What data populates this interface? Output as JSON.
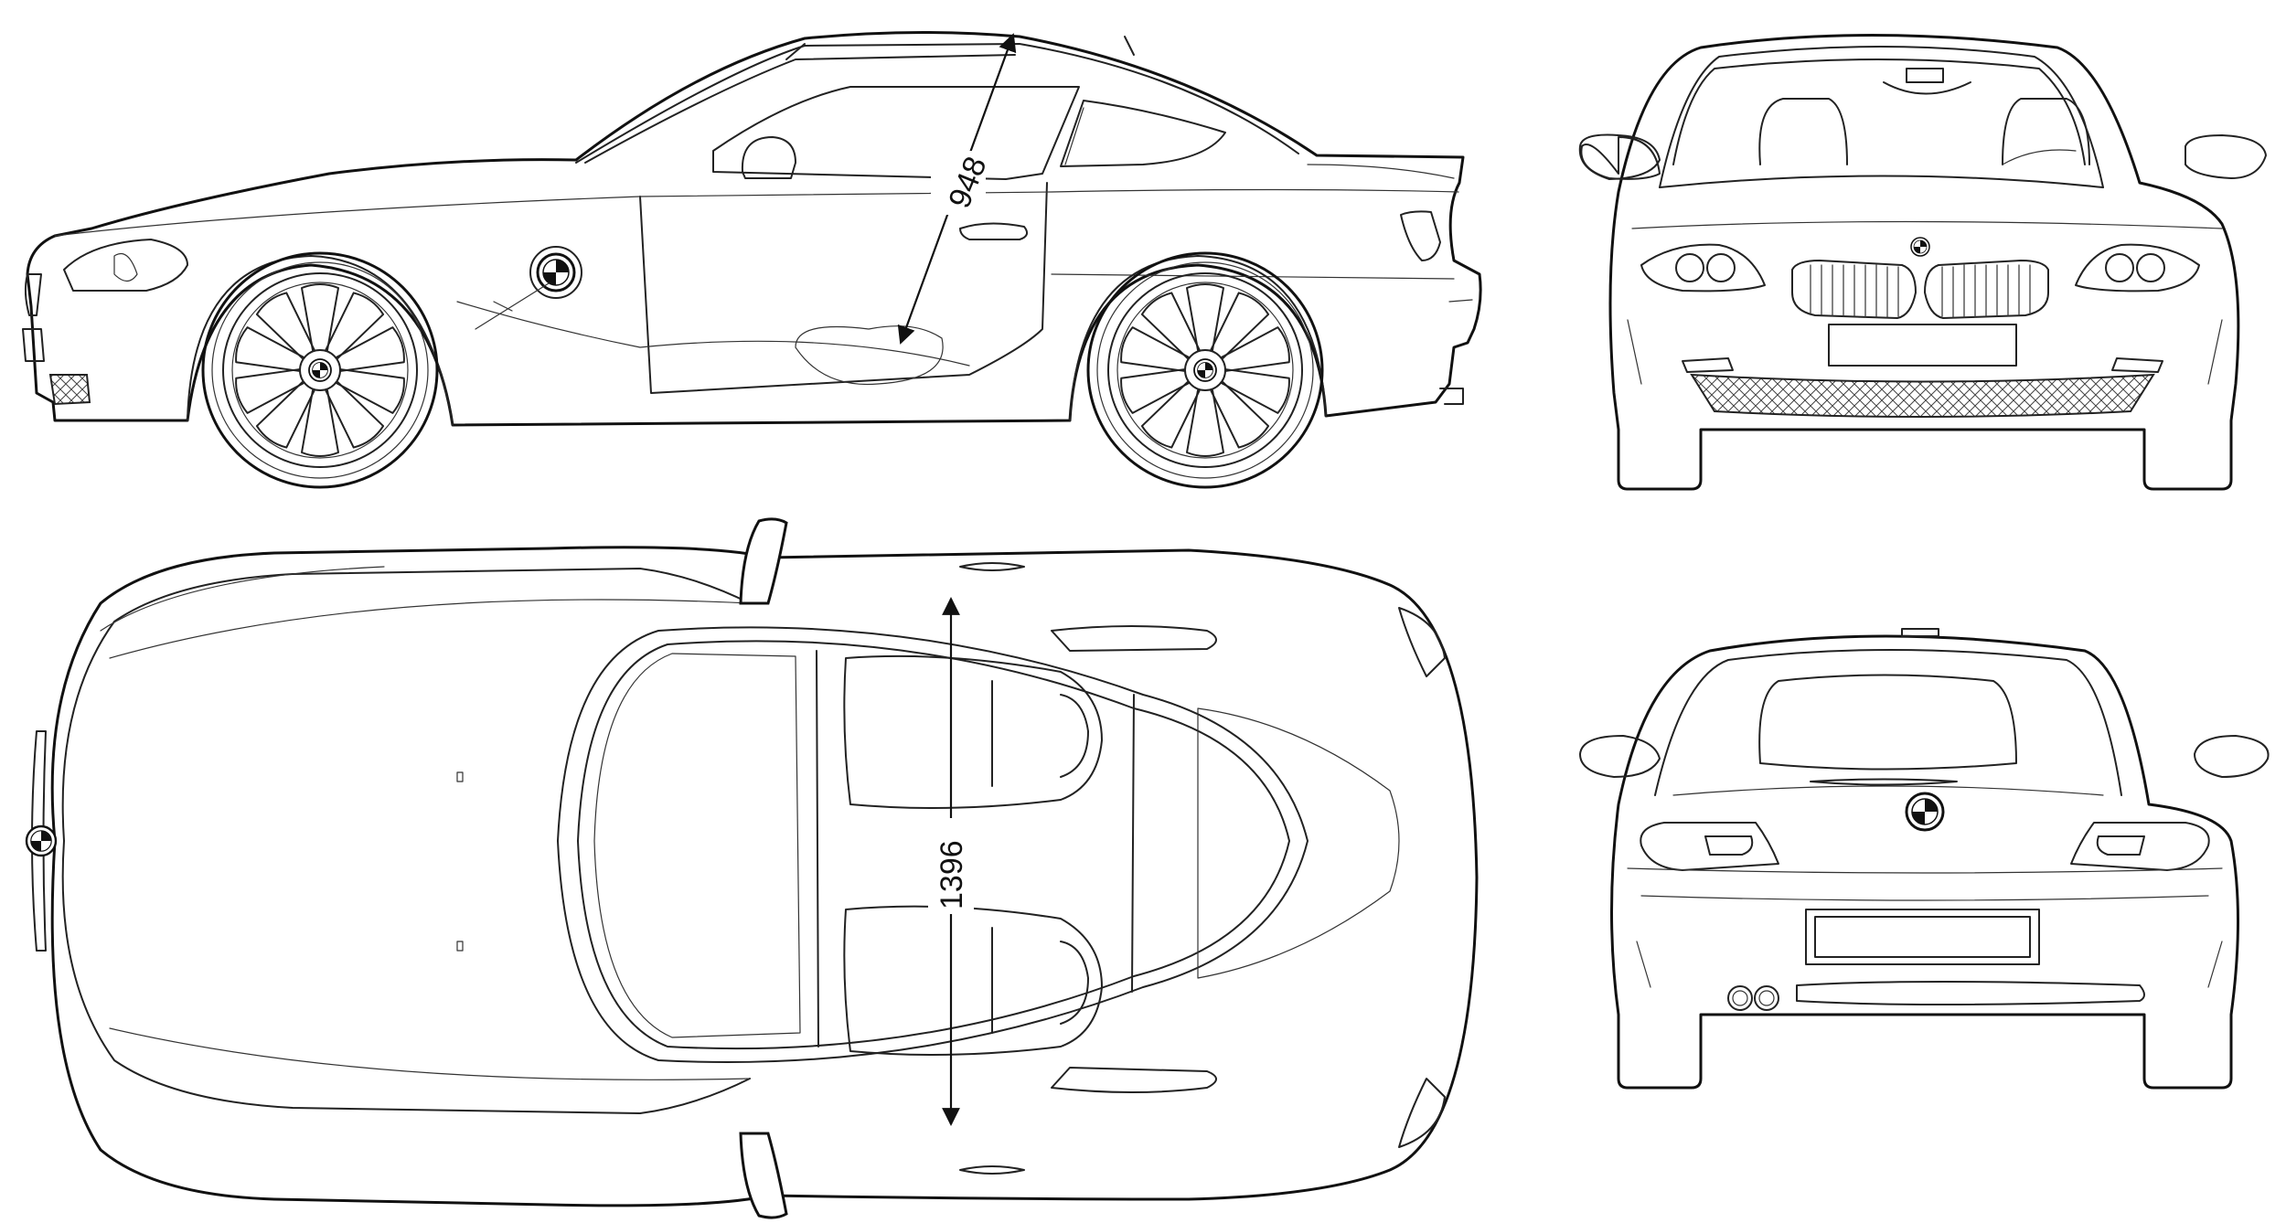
{
  "dimensions": {
    "height_label": "948",
    "width_label": "1396"
  },
  "views": [
    "side-view",
    "front-view",
    "top-view",
    "rear-view"
  ],
  "colors": {
    "line": "#111111",
    "background": "#ffffff"
  }
}
